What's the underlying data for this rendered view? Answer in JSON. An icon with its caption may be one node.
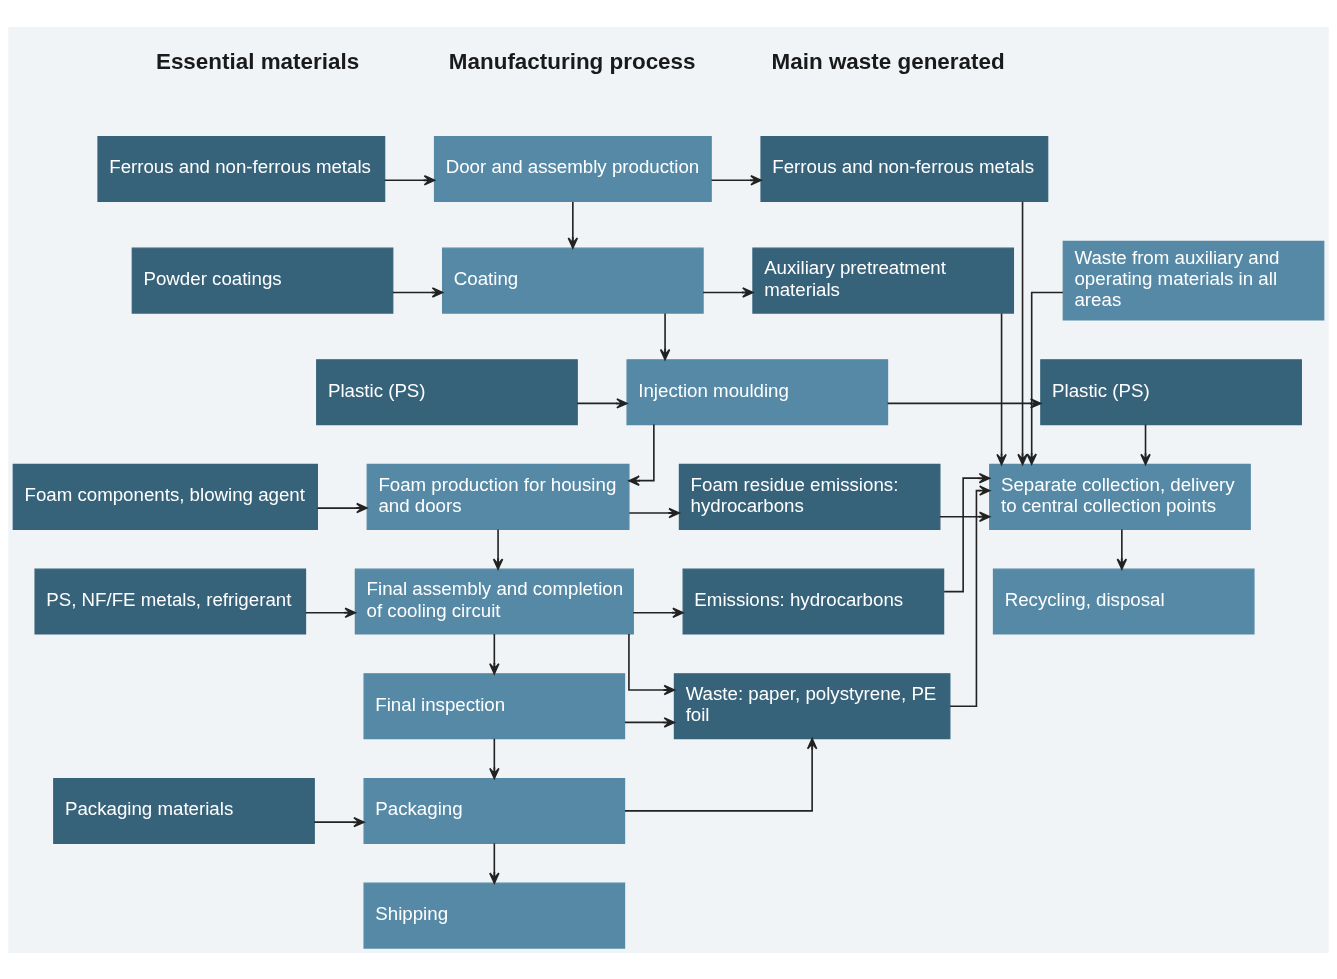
{
  "diagram": {
    "nodes": [
      {
        "text": [
          "Ferrous and non-ferrous metals"
        ]
      },
      {
        "text": [
          "Powder coatings"
        ]
      },
      {
        "text": [
          "Plastic (PS)"
        ]
      },
      {
        "text": [
          "Foam components, blowing agent"
        ]
      },
      {
        "text": [
          "PS, NF/FE metals, refrigerant"
        ]
      },
      {
        "text": [
          "Packaging materials"
        ]
      },
      {
        "text": [
          "Door and assembly production"
        ]
      },
      {
        "text": [
          "Coating"
        ]
      },
      {
        "text": [
          "Injection moulding"
        ]
      },
      {
        "text": [
          "Foam production for housing and doors"
        ]
      },
      {
        "text": [
          "Final assembly and completion of cooling circuit"
        ]
      },
      {
        "text": [
          "Final inspection"
        ]
      },
      {
        "text": [
          "Packaging"
        ]
      },
      {
        "text": [
          "Shipping"
        ]
      },
      {
        "text": [
          "Ferrous and non-ferrous metals"
        ]
      },
      {
        "text": [
          "Auxiliary pretreatment materials"
        ]
      },
      {
        "text": [
          "Plastic (PS)"
        ]
      },
      {
        "text": [
          "Foam residue emissions: hydrocarbons"
        ]
      },
      {
        "text": [
          "Emissions: hydrocarbons"
        ]
      },
      {
        "text": [
          "Waste: paper, polystyrene, PE foil"
        ]
      },
      {
        "text": [
          "Waste from auxiliary and operating materials in all areas"
        ]
      },
      {
        "text": [
          "Separate collection, delivery to central collection points"
        ]
      },
      {
        "text": [
          "Recycling, disposal"
        ]
      }
    ],
    "edges": [
      {
        "from": 0,
        "to": 6,
        "arrow": "to"
      },
      {
        "from": 6,
        "to": 14,
        "arrow": "to"
      },
      {
        "from": 6,
        "to": 7,
        "arrow": "to"
      },
      {
        "from": 1,
        "to": 7,
        "arrow": "to"
      },
      {
        "from": 7,
        "to": 15,
        "arrow": "to"
      },
      {
        "from": 7,
        "to": 8,
        "arrow": "to"
      },
      {
        "from": 2,
        "to": 8,
        "arrow": "to"
      },
      {
        "from": 8,
        "to": 16,
        "arrow": "to"
      },
      {
        "from": 8,
        "to": 9,
        "arrow": "to"
      },
      {
        "from": 3,
        "to": 9,
        "arrow": "to"
      },
      {
        "from": 9,
        "to": 17,
        "arrow": "to"
      },
      {
        "from": 9,
        "to": 10,
        "arrow": "to"
      },
      {
        "from": 4,
        "to": 10,
        "arrow": "to"
      },
      {
        "from": 10,
        "to": 18,
        "arrow": "to"
      },
      {
        "from": 10,
        "to": 19,
        "arrow": "to"
      },
      {
        "from": 10,
        "to": 11,
        "arrow": "to"
      },
      {
        "from": 11,
        "to": 19,
        "arrow": "to"
      },
      {
        "from": 11,
        "to": 12,
        "arrow": "to"
      },
      {
        "from": 5,
        "to": 12,
        "arrow": "to"
      },
      {
        "from": 12,
        "to": 19,
        "arrow": "to"
      },
      {
        "from": 12,
        "to": 13,
        "arrow": "to"
      },
      {
        "from": 14,
        "to": 21,
        "arrow": "to"
      },
      {
        "from": 15,
        "to": 21,
        "arrow": "to"
      },
      {
        "from": 16,
        "to": 21,
        "arrow": "to"
      },
      {
        "from": 17,
        "to": 21,
        "arrow": "to"
      },
      {
        "from": 18,
        "to": 21,
        "arrow": "to"
      },
      {
        "from": 19,
        "to": 21,
        "arrow": "to"
      },
      {
        "from": 20,
        "to": 21,
        "arrow": "to"
      },
      {
        "from": 21,
        "to": 22,
        "arrow": "to"
      }
    ],
    "labels": [
      "Essential materials",
      "Manufacturing process",
      "Main waste generated"
    ]
  }
}
